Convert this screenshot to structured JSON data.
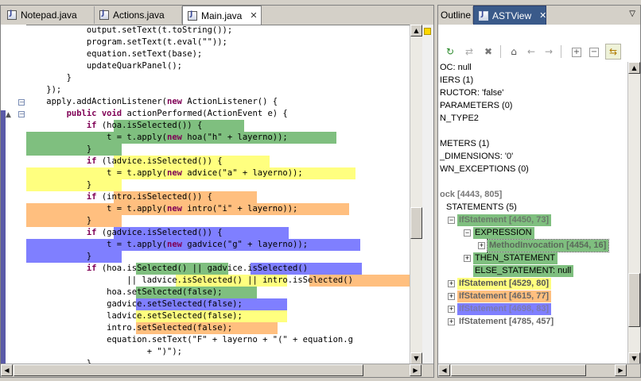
{
  "editor": {
    "tabs": [
      {
        "label": "Notepad.java"
      },
      {
        "label": "Actions.java"
      },
      {
        "label": "Main.java",
        "active": true
      }
    ],
    "lines": [
      "            output.setText(t.toString());",
      "            program.setText(t.eval(\"\"));",
      "            equation.setText(base);",
      "            updateQuarkPanel();",
      "        }",
      "    });",
      "    apply.addActionListener(new ActionListener() {",
      "        public void actionPerformed(ActionEvent e) {",
      "            if (hoa.isSelected()) {",
      "                t = t.apply(new hoa(\"h\" + layerno));",
      "            }",
      "            if (ladvice.isSelected()) {",
      "                t = t.apply(new advice(\"a\" + layerno));",
      "            }",
      "            if (intro.isSelected()) {",
      "                t = t.apply(new intro(\"i\" + layerno));",
      "            }",
      "            if (gadvice.isSelected()) {",
      "                t = t.apply(new gadvice(\"g\" + layerno));",
      "            }",
      "            if (hoa.isSelected() || gadvice.isSelected()",
      "                    || ladvice.isSelected() || intro.isSelected()",
      "                hoa.setSelected(false);",
      "                gadvice.setSelected(false);",
      "                ladvice.setSelected(false);",
      "                intro.setSelected(false);",
      "                equation.setText(\"F\" + layerno + \"(\" + equation.g",
      "                        + \")\");",
      "            }"
    ]
  },
  "outline": {
    "tabs": [
      {
        "label": "Outline"
      },
      {
        "label": "ASTView",
        "active": true
      }
    ],
    "tree": [
      {
        "text": "OC: null"
      },
      {
        "text": "IERS (1)"
      },
      {
        "text": "RUCTOR: 'false'"
      },
      {
        "text": "PARAMETERS (0)"
      },
      {
        "text": "N_TYPE2"
      },
      {
        "text": ""
      },
      {
        "text": "METERS (1)"
      },
      {
        "text": "_DIMENSIONS: '0'"
      },
      {
        "text": "WN_EXCEPTIONS (0)"
      },
      {
        "text": ""
      },
      {
        "text": "ock [4443, 805]"
      },
      {
        "text": "STATEMENTS (5)"
      },
      {
        "text": "IfStatement [4450, 73]"
      },
      {
        "text": "EXPRESSION"
      },
      {
        "text": "MethodInvocation [4454, 16]"
      },
      {
        "text": "THEN_STATEMENT"
      },
      {
        "text": "ELSE_STATEMENT: null"
      },
      {
        "text": "IfStatement [4529, 80]"
      },
      {
        "text": "IfStatement [4615, 77]"
      },
      {
        "text": "IfStatement [4698, 83]"
      },
      {
        "text": "IfStatement [4785, 457]"
      }
    ]
  },
  "colors": {
    "green": "#7fbf7f",
    "yellow": "#ffff7f",
    "orange": "#ffbf7f",
    "blue": "#7f7fff"
  }
}
